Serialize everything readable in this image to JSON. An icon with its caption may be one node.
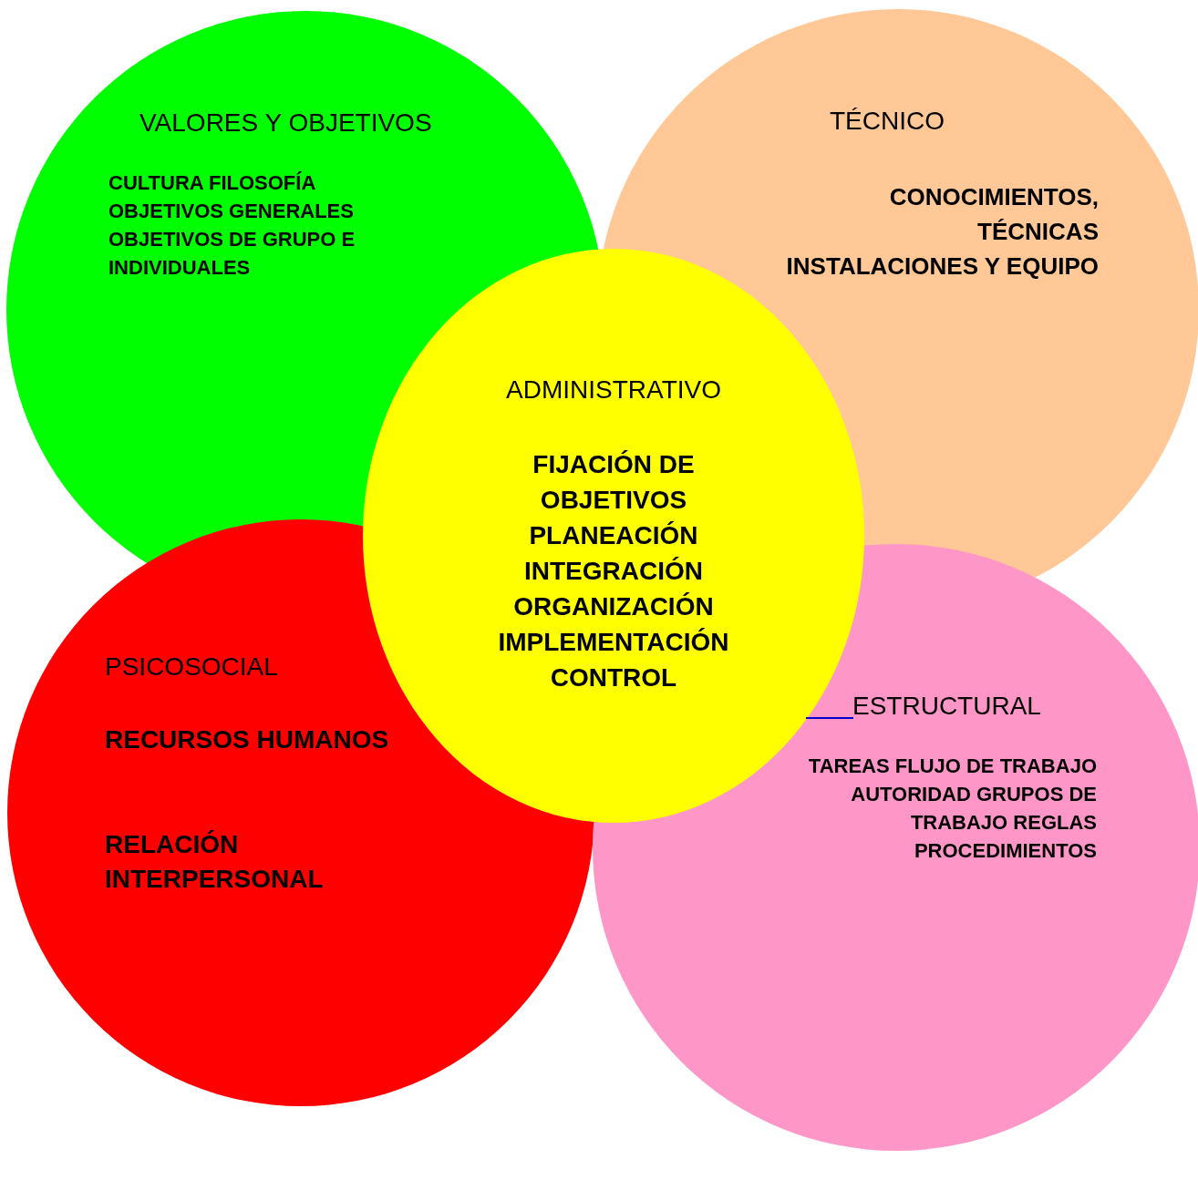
{
  "diagram": {
    "nodes": [
      {
        "text": [
          "VALORES Y OBJETIVOS",
          "CULTURA FILOSOFÍA OBJETIVOS GENERALES OBJETIVOS DE GRUPO E INDIVIDUALES"
        ]
      },
      {
        "text": [
          "TÉCNICO",
          "CONOCIMIENTOS, TÉCNICAS INSTALACIONES Y EQUIPO"
        ]
      },
      {
        "text": [
          "ADMINISTRATIVO",
          "FIJACIÓN DE OBJETIVOS PLANEACIÓN INTEGRACIÓN ORGANIZACIÓN IMPLEMENTACIÓN CONTROL"
        ]
      },
      {
        "text": [
          "PSICOSOCIAL",
          "RECURSOS HUMANOS",
          "RELACIÓN INTERPERSONAL"
        ]
      },
      {
        "text": [
          "ESTRUCTURAL",
          "TAREAS FLUJO DE TRABAJO AUTORIDAD GRUPOS DE TRABAJO REGLAS PROCEDIMIENTOS"
        ]
      }
    ],
    "edges": []
  }
}
